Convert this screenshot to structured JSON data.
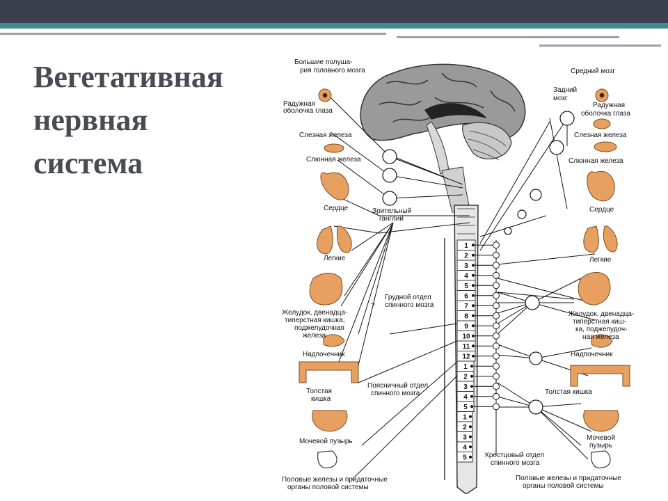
{
  "slide": {
    "title_lines": [
      "Вегетативная",
      "нервная",
      "система"
    ]
  },
  "diagram": {
    "labels": {
      "cerebrum": [
        "Большие полуша-",
        "рия головного мозга"
      ],
      "midbrain": "Средний мозг",
      "hindbrain": [
        "Задний",
        "мозг"
      ],
      "iris_left": [
        "Радужная",
        "оболочка глаза"
      ],
      "iris_right": [
        "Радужная",
        "оболочка глаза"
      ],
      "lacrimal_left": "Слезная железа",
      "lacrimal_right": "Слезная железа",
      "salivary_left": "Слюнная железа",
      "salivary_right": "Слюнная железа",
      "optic_ganglion": [
        "Зрительный",
        "ганглий"
      ],
      "heart_left": "Сердце",
      "heart_right": "Сердце",
      "lungs_left": "Легкие",
      "lungs_right": "Легкие",
      "thoracic": [
        "Грудной отдел",
        "спинного мозга"
      ],
      "question": "?",
      "stomach_left": [
        "Желудок, двенадца-",
        "типерстная кишка,",
        "поджелудочная",
        "железа"
      ],
      "stomach_right": [
        "Желудок, двенадца-",
        "типерстная киш-",
        "ка, поджелудоч-",
        "ная железа"
      ],
      "adrenal_left": "Надпочечник",
      "adrenal_right": "Надпочечник",
      "colon_left": [
        "Толстая",
        "кишка"
      ],
      "colon_right": "Толстая кишка",
      "lumbar": [
        "Поясничный отдел",
        "спинного мозга"
      ],
      "bladder_left": "Мочевой пузырь",
      "bladder_right": [
        "Мочевой",
        "пузырь"
      ],
      "sacral": [
        "Крестцовый отдел",
        "спинного мозга"
      ],
      "genitals_left": [
        "Половые железы и придаточные",
        "органы половой системы"
      ],
      "genitals_right": [
        "Половые железы и придаточные",
        "органы половой системы"
      ]
    },
    "segments": {
      "thoracic": [
        "1",
        "2",
        "3",
        "4",
        "5",
        "6",
        "7",
        "8",
        "9",
        "10",
        "11",
        "12"
      ],
      "lumbar": [
        "1",
        "2",
        "3",
        "4",
        "5"
      ],
      "sacral": [
        "1",
        "2",
        "3",
        "4",
        "5"
      ]
    },
    "colors": {
      "organ": "#e8a060",
      "organ_dark": "#b86a30",
      "brain": "#9a9a9a",
      "line": "#111111"
    }
  }
}
